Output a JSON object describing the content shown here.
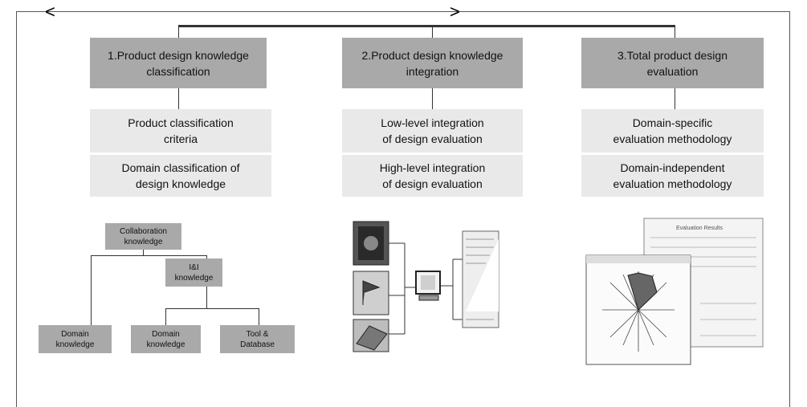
{
  "header": {
    "left_caret": "<",
    "right_caret": ">"
  },
  "columns": [
    {
      "title": "1.Product design knowledge\nclassification",
      "items": [
        "Product classification\ncriteria",
        "Domain classification of\ndesign knowledge"
      ]
    },
    {
      "title": "2.Product design knowledge\nintegration",
      "items": [
        "Low-level integration\nof design evaluation",
        "High-level integration\nof design evaluation"
      ]
    },
    {
      "title": "3.Total product design\nevaluation",
      "items": [
        "Domain-specific\nevaluation methodology",
        "Domain-independent\nevaluation methodology"
      ]
    }
  ],
  "knowledge_tree": {
    "root": "Collaboration\nknowledge",
    "mid": "I&I\nknowledge",
    "leaf_left": "Domain\nknowledge",
    "leaf_mid": "Domain\nknowledge",
    "leaf_right": "Tool &\nDatabase"
  },
  "evaluation_illustration": {
    "window_title": "Evaluation Results"
  },
  "colors": {
    "dark_box": "#a9a9a9",
    "light_box": "#e9e9e9",
    "lines": "#333333"
  }
}
